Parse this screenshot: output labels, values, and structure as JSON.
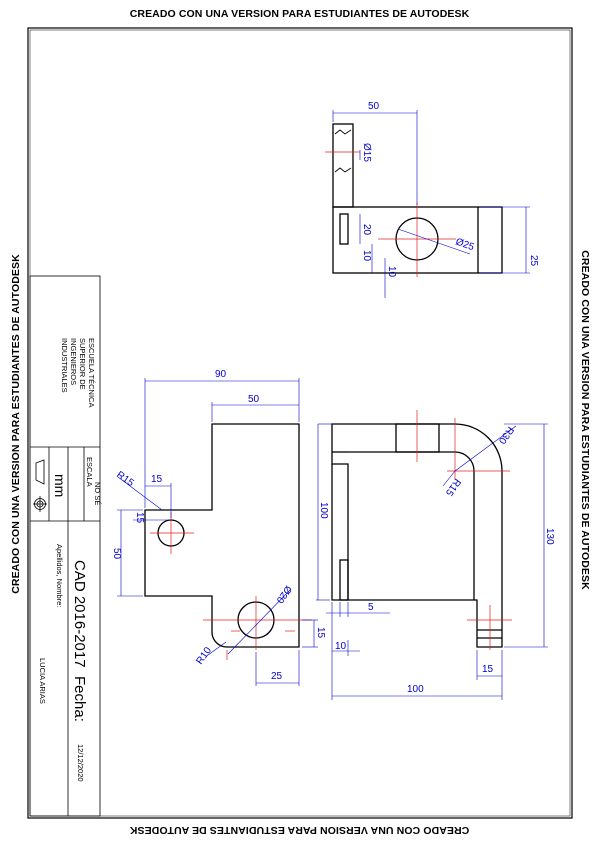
{
  "watermark": "CREADO CON UNA VERSION PARA ESTUDIANTES DE AUTODESK",
  "title_block": {
    "school_lines": [
      "ESCUELA TÉCNICA",
      "SUPERIOR DE",
      "INGENIEROS",
      "INDUSTRIALES"
    ],
    "scale_label": "ESCALA",
    "scale_value": "NO SÉ",
    "units": "mm",
    "course": "CAD 2016-2017",
    "date_label": "Fecha:",
    "date_value": "12/12/2020",
    "name_label": "Apellidos, Nombre:",
    "name_value": "LUCIA ARIAS"
  },
  "dimensions": {
    "top_width": "50",
    "top_hole": "Ø15",
    "top_slot": "20",
    "top_gap_a": "10",
    "top_gap_b": "10",
    "top_bore": "Ø25",
    "top_height": "25",
    "front_width": "90",
    "front_inner": "50",
    "front_r15": "R15",
    "front_15a": "15",
    "front_15b": "15",
    "front_50": "50",
    "front_100": "100",
    "front_bore": "Ø20",
    "front_r10": "R10",
    "front_25": "25",
    "front_15c": "15",
    "side_r30": "R30",
    "side_r15": "R15",
    "side_130": "130",
    "side_5": "5",
    "side_10": "10",
    "side_15": "15",
    "side_100": "100"
  },
  "colors": {
    "dimension": "#0000cc",
    "centerline": "#e02020",
    "outline": "#000000"
  }
}
